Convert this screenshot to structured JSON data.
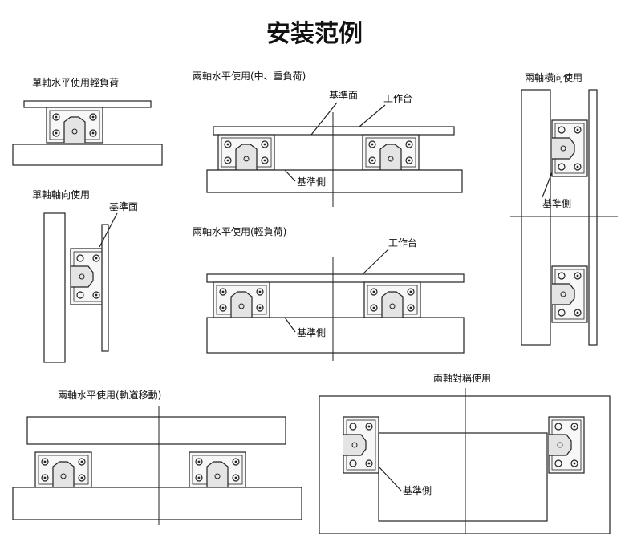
{
  "title": "安装范例",
  "labels": {
    "single_horizontal_light": "單軸水平使用輕負荷",
    "dual_horizontal_mid_heavy": "兩軸水平使用(中、重負荷)",
    "dual_lateral": "兩軸橫向使用",
    "single_axial": "單軸軸向使用",
    "dual_horizontal_light": "兩軸水平使用(輕負荷)",
    "dual_horizontal_rail_move": "兩軸水平使用(軌道移動)",
    "dual_symmetric": "兩軸對稱使用"
  },
  "callouts": {
    "reference_surface": "基準面",
    "worktable": "工作台",
    "reference_side": "基準側"
  }
}
